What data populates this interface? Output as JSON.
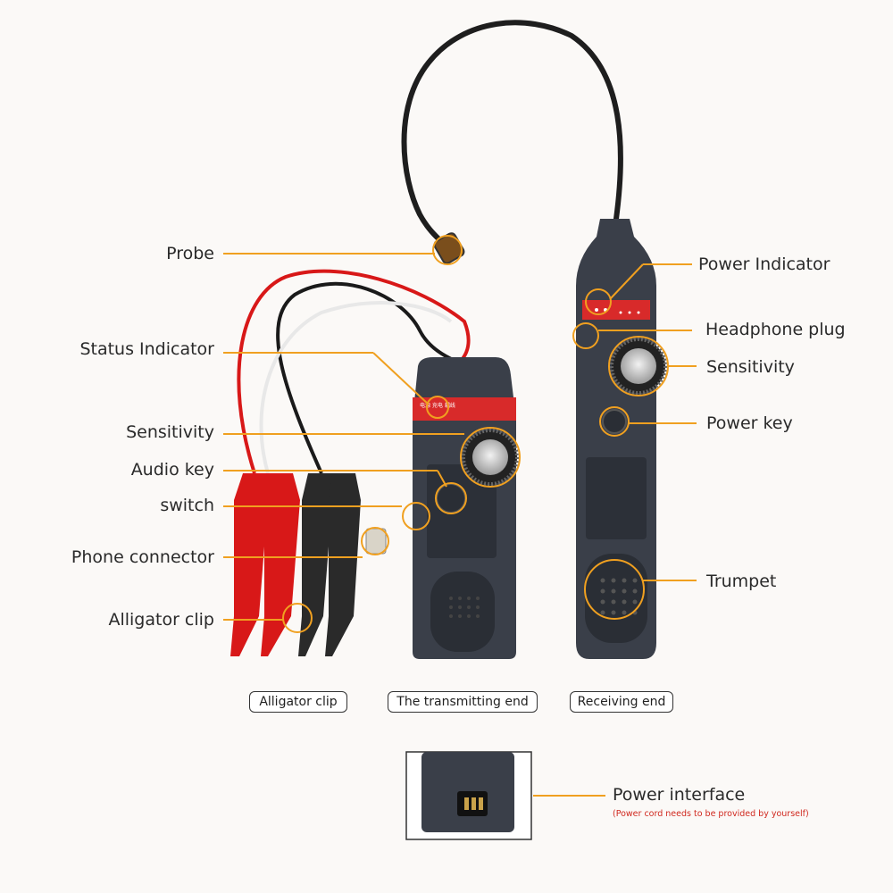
{
  "labels": {
    "probe": "Probe",
    "status_indicator": "Status Indicator",
    "sensitivity_left": "Sensitivity",
    "audio_key": "Audio key",
    "switch": "switch",
    "phone_connector": "Phone connector",
    "alligator_clip": "Alligator clip",
    "power_indicator": "Power Indicator",
    "headphone_plug": "Headphone plug",
    "sensitivity_right": "Sensitivity",
    "power_key": "Power key",
    "trumpet": "Trumpet",
    "power_interface": "Power interface",
    "power_interface_note": "(Power cord needs to be provided by yourself)"
  },
  "captions": {
    "alligator_clip": "Alligator clip",
    "transmitting_end": "The transmitting end",
    "receiving_end": "Receiving end"
  },
  "colors": {
    "accent_line": "#f0a020",
    "device_body": "#3a3f49",
    "red_band": "#d82a2a",
    "clip_red": "#d81818",
    "clip_black": "#2a2a2a"
  }
}
